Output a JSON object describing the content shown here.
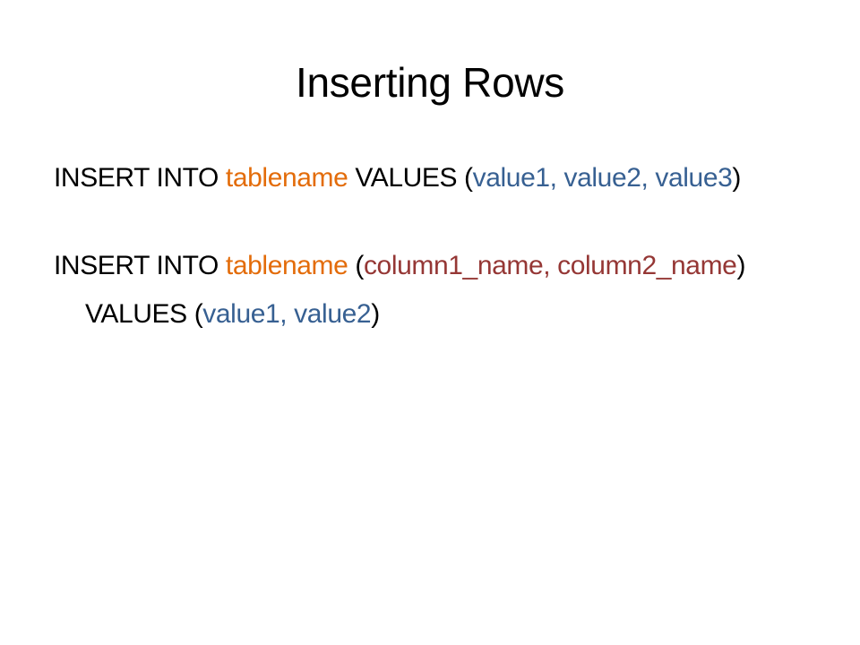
{
  "colors": {
    "keyword": "#000000",
    "table": "#E36C0A",
    "column": "#953735",
    "value": "#376092",
    "background": "#FFFFFF"
  },
  "slide": {
    "title": "Inserting Rows",
    "statements": [
      {
        "segments": [
          {
            "text": "INSERT INTO ",
            "role": "keyword"
          },
          {
            "text": "tablename",
            "role": "table"
          },
          {
            "text": " VALUES (",
            "role": "keyword"
          },
          {
            "text": "value1, value2, value3",
            "role": "value"
          },
          {
            "text": ")",
            "role": "keyword"
          }
        ]
      },
      {
        "segments": [
          {
            "text": "INSERT INTO ",
            "role": "keyword"
          },
          {
            "text": "tablename",
            "role": "table"
          },
          {
            "text": " (",
            "role": "keyword"
          },
          {
            "text": "column1_name, column2_name",
            "role": "column"
          },
          {
            "text": ") VALUES (",
            "role": "keyword"
          },
          {
            "text": "value1, value2",
            "role": "value"
          },
          {
            "text": ")",
            "role": "keyword"
          }
        ]
      }
    ]
  }
}
